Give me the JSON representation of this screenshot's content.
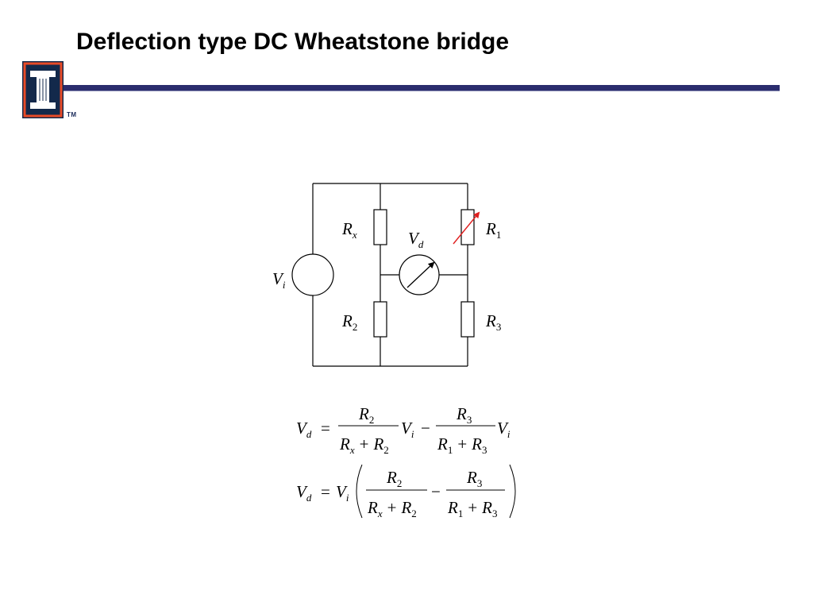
{
  "title": "Deflection type DC Wheatstone bridge",
  "logo": {
    "letter": "I",
    "trademark": "TM"
  },
  "colors": {
    "brand_navy": "#13294b",
    "brand_orange": "#e84a27",
    "header_rule": "#2b2d6e",
    "adjust_arrow": "#e02020",
    "wire": "#000000"
  },
  "circuit": {
    "source_label": {
      "main": "V",
      "sub": "i"
    },
    "meter_label": {
      "main": "V",
      "sub": "d"
    },
    "resistors": [
      {
        "main": "R",
        "sub": "x"
      },
      {
        "main": "R",
        "sub": "1"
      },
      {
        "main": "R",
        "sub": "2"
      },
      {
        "main": "R",
        "sub": "3"
      }
    ]
  },
  "equations": {
    "eq1": {
      "lhs_main": "V",
      "lhs_sub": "d",
      "equals": "=",
      "frac1_num": {
        "main": "R",
        "sub": "2"
      },
      "frac1_den": {
        "a_main": "R",
        "a_sub": "x",
        "op": "+",
        "b_main": "R",
        "b_sub": "2"
      },
      "mult1": {
        "main": "V",
        "sub": "i"
      },
      "minus": "−",
      "frac2_num": {
        "main": "R",
        "sub": "3"
      },
      "frac2_den": {
        "a_main": "R",
        "a_sub": "1",
        "op": "+",
        "b_main": "R",
        "b_sub": "3"
      },
      "mult2": {
        "main": "V",
        "sub": "i"
      }
    },
    "eq2": {
      "lhs_main": "V",
      "lhs_sub": "d",
      "equals": "=",
      "factor": {
        "main": "V",
        "sub": "i"
      },
      "frac1_num": {
        "main": "R",
        "sub": "2"
      },
      "frac1_den": {
        "a_main": "R",
        "a_sub": "x",
        "op": "+",
        "b_main": "R",
        "b_sub": "2"
      },
      "minus": "−",
      "frac2_num": {
        "main": "R",
        "sub": "3"
      },
      "frac2_den": {
        "a_main": "R",
        "a_sub": "1",
        "op": "+",
        "b_main": "R",
        "b_sub": "3"
      }
    }
  }
}
